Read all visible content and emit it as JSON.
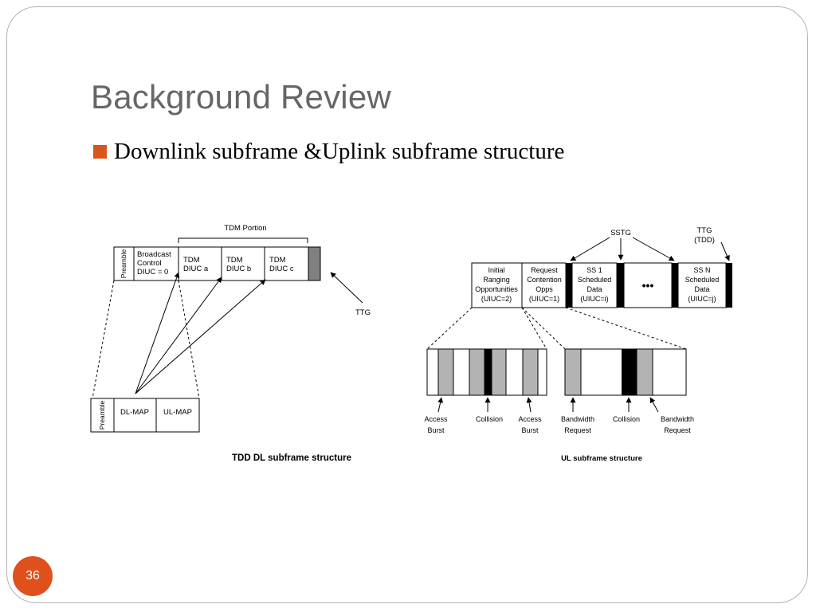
{
  "slide": {
    "title": "Background Review",
    "bullet": "Downlink subframe &Uplink subframe structure",
    "page_number": "36",
    "accent_color": "#e0501d"
  },
  "dl": {
    "tdm_portion": "TDM Portion",
    "preamble": "Preamble",
    "broadcast": [
      "Broadcast",
      "Control",
      "DIUC = 0"
    ],
    "tdm_a": [
      "TDM",
      "DIUC a"
    ],
    "tdm_b": [
      "TDM",
      "DIUC b"
    ],
    "tdm_c": [
      "TDM",
      "DIUC c"
    ],
    "ttg": "TTG",
    "map_preamble": "Preamble",
    "dl_map": "DL-MAP",
    "ul_map": "UL-MAP",
    "caption": "TDD DL subframe structure"
  },
  "ul": {
    "sstg": "SSTG",
    "ttg": [
      "TTG",
      "(TDD)"
    ],
    "initial": [
      "Initial",
      "Ranging",
      "Opportunities",
      "(UIUC=2)"
    ],
    "request": [
      "Request",
      "Contention",
      "Opps",
      "(UIUC=1)"
    ],
    "ss1": [
      "SS 1",
      "Scheduled",
      "Data",
      "(UIUC=i)"
    ],
    "ellipsis": "•••",
    "ssn": [
      "SS N",
      "Scheduled",
      "Data",
      "(UIUC=j)"
    ],
    "access_burst_1": [
      "Access",
      "Burst"
    ],
    "collision_1": "Collision",
    "access_burst_2": [
      "Access",
      "Burst"
    ],
    "bandwidth_1": [
      "Bandwidth",
      "Request"
    ],
    "collision_2": "Collision",
    "bandwidth_2": [
      "Bandwidth",
      "Request"
    ],
    "caption": "UL subframe structure"
  }
}
